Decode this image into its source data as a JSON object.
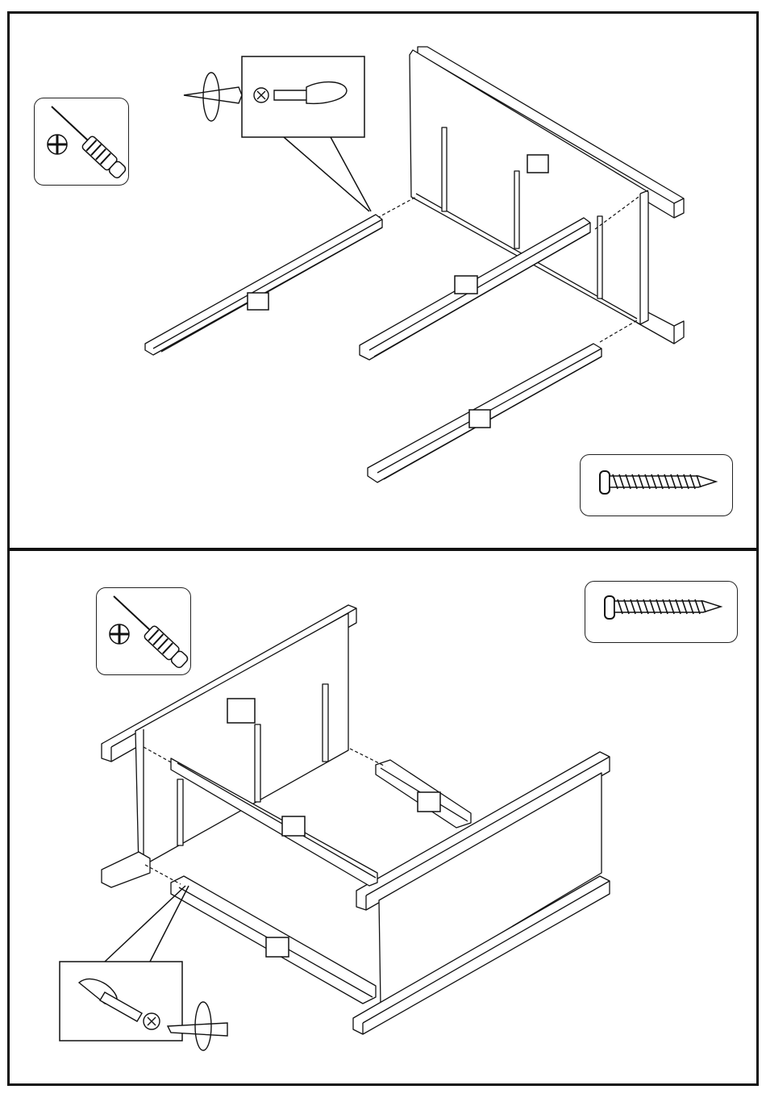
{
  "document": {
    "kind": "assembly-instructions",
    "panels": [
      {
        "id": "top",
        "tool_icon": "phillips-screwdriver-icon",
        "fastener_icon": "wood-screw-icon",
        "detail_icon": "screw-drive-detail-icon",
        "part_labels": [
          "",
          "",
          "",
          ""
        ]
      },
      {
        "id": "bottom",
        "tool_icon": "phillips-screwdriver-icon",
        "fastener_icon": "wood-screw-icon",
        "detail_icon": "screw-drive-detail-icon",
        "part_labels": [
          "",
          "",
          "",
          ""
        ]
      }
    ],
    "colors": {
      "line": "#111111",
      "paper": "#ffffff"
    }
  }
}
